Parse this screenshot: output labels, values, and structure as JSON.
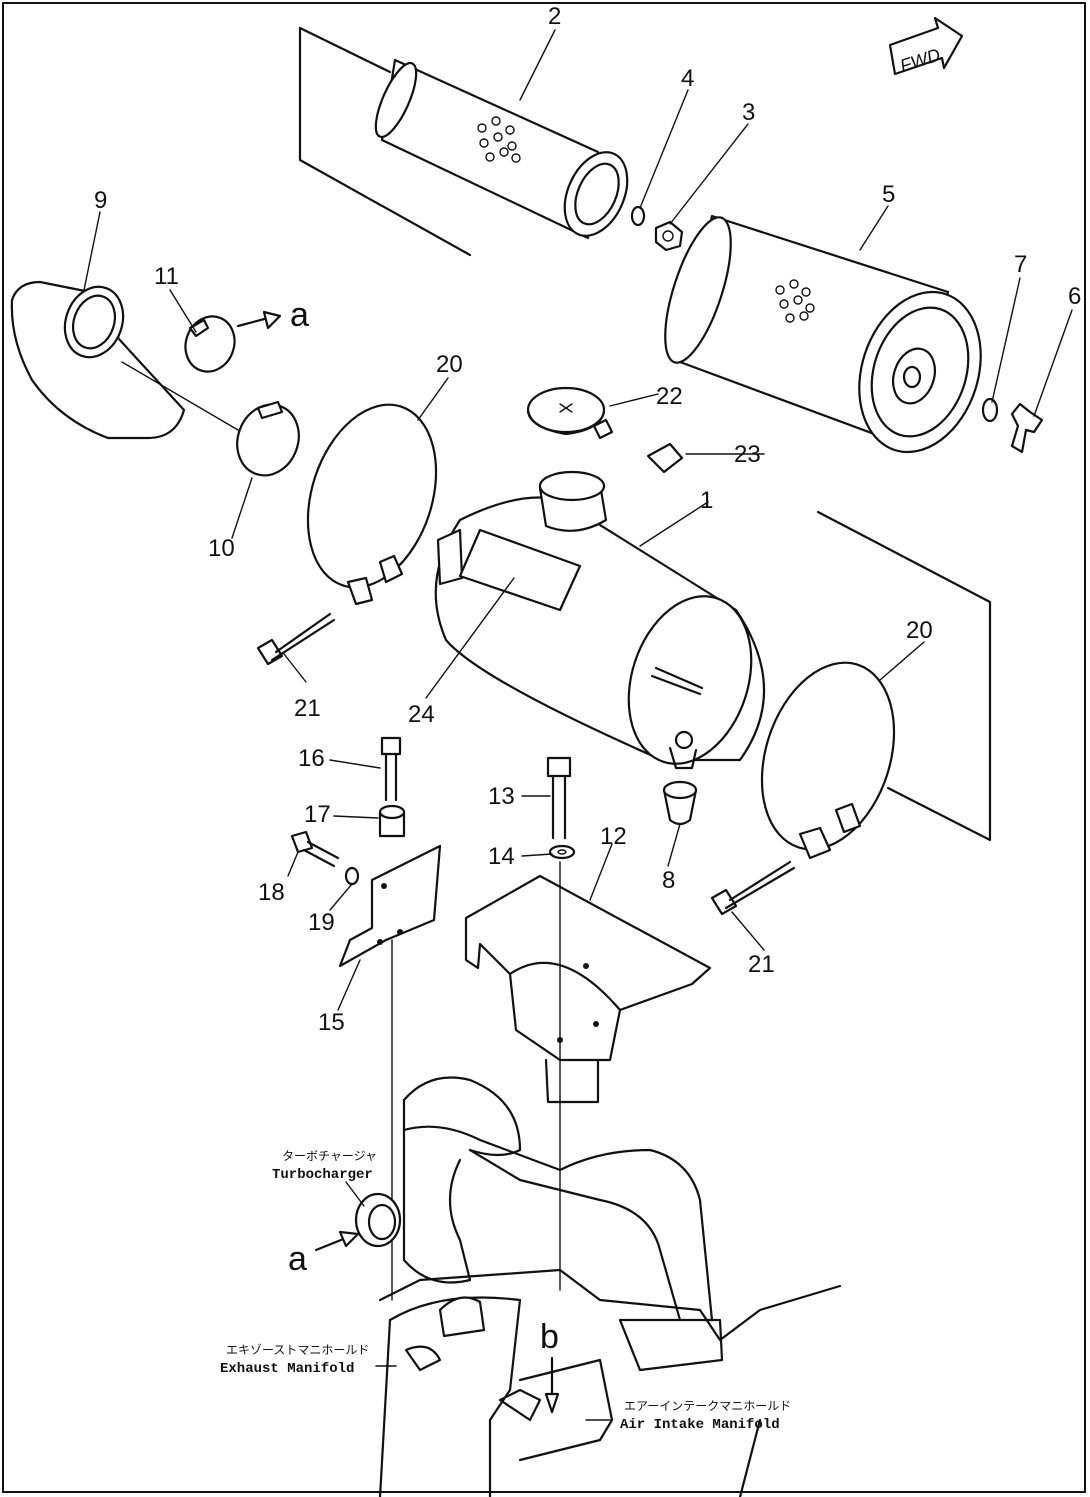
{
  "diagram": {
    "fwd_label": "FWD",
    "part_numbers": {
      "p1": "1",
      "p2": "2",
      "p3": "3",
      "p4": "4",
      "p5": "5",
      "p6": "6",
      "p7": "7",
      "p8": "8",
      "p9": "9",
      "p10": "10",
      "p11": "11",
      "p12": "12",
      "p13": "13",
      "p14": "14",
      "p15": "15",
      "p16": "16",
      "p17": "17",
      "p18": "18",
      "p19": "19",
      "p20": "20",
      "p21": "21",
      "p22": "22",
      "p23": "23",
      "p24": "24"
    },
    "connection_labels": {
      "a": "a",
      "b": "b"
    },
    "callouts": {
      "turbocharger_jp": "ターボチャージャ",
      "turbocharger_en": "Turbocharger",
      "exhaust_jp": "エキゾーストマニホールド",
      "exhaust_en": "Exhaust Manifold",
      "intake_jp": "エアーインテークマニホールド",
      "intake_en": "Air Intake Manifold"
    }
  }
}
